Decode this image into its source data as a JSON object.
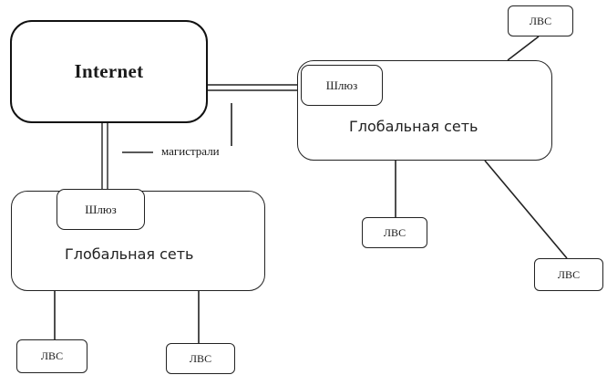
{
  "diagram": {
    "internet": {
      "label": "Internet"
    },
    "global_network_right": {
      "label": "Глобальная сеть",
      "gateway": "Шлюз"
    },
    "global_network_left": {
      "label": "Глобальная сеть",
      "gateway": "Шлюз"
    },
    "backbone_annotation": "магистрали",
    "lans": [
      {
        "label": "ЛВС"
      },
      {
        "label": "ЛВС"
      },
      {
        "label": "ЛВС"
      },
      {
        "label": "ЛВС"
      },
      {
        "label": "ЛВС"
      }
    ]
  }
}
